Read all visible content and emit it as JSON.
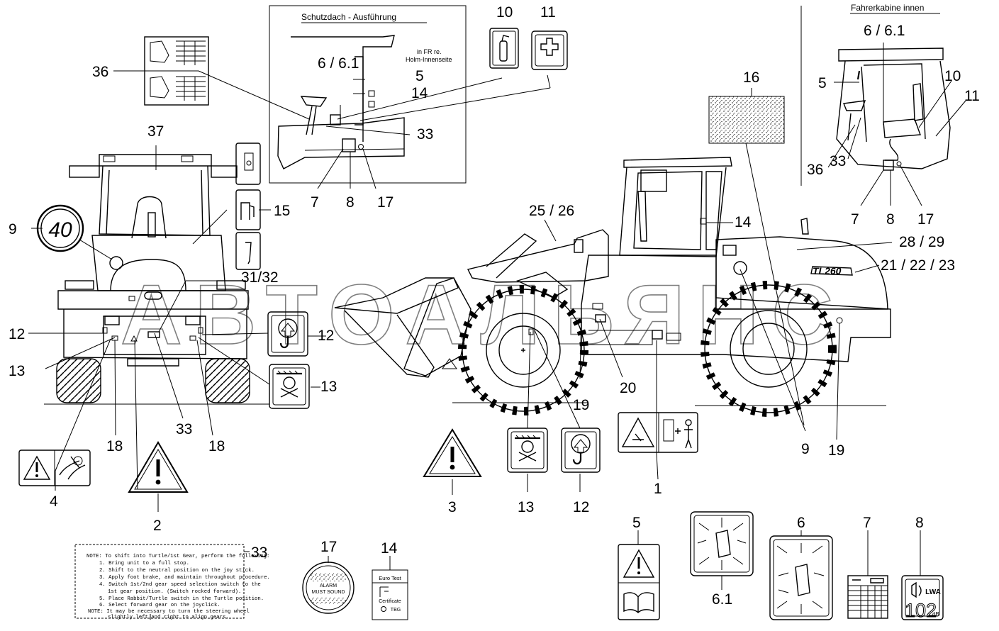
{
  "headings": {
    "canopy": "Schutzdach - Ausführung",
    "cab": "Fahrerkabine innen",
    "canopy_note_line1": "in FR re.",
    "canopy_note_line2": "Holm-Innenseite"
  },
  "machine_badge": "TL260",
  "speed_sign": "40",
  "watermark": "АВТОАЛЬЯНС",
  "label33": {
    "lines": [
      "NOTE: To shift into Turtle/1st Gear, perform the following:",
      "1. Bring unit to a full stop.",
      "2. Shift to the neutral position on the joy stick.",
      "3. Apply foot brake, and maintain throughout procedure.",
      "4. Switch 1st/2nd gear speed selection switch to the",
      "1st gear position. (Switch rocked forward).",
      "5. Place Rabbit/Turtle switch in the Turtle position.",
      "6. Select forward gear on the joyclick.",
      "NOTE: It may be necessary to turn the steering wheel",
      "slightly left and right to align gears."
    ]
  },
  "label17": {
    "lines": [
      "ALARM",
      "MUST SOUND"
    ]
  },
  "label14": {
    "top1": "Euro Test",
    "top2": "Certificate",
    "bottom": "TBG"
  },
  "label8": {
    "value": "102",
    "unit": "dB",
    "symbol": "LWA"
  },
  "callouts": [
    {
      "id": "c10",
      "text": "10"
    },
    {
      "id": "c11",
      "text": "11"
    },
    {
      "id": "c6a",
      "text": "6 / 6.1"
    },
    {
      "id": "c5a",
      "text": "5"
    },
    {
      "id": "c14a",
      "text": "14"
    },
    {
      "id": "c33a",
      "text": "33"
    },
    {
      "id": "c7a",
      "text": "7"
    },
    {
      "id": "c8a",
      "text": "8"
    },
    {
      "id": "c17a",
      "text": "17"
    },
    {
      "id": "c36a",
      "text": "36"
    },
    {
      "id": "c37",
      "text": "37"
    },
    {
      "id": "c15",
      "text": "15"
    },
    {
      "id": "c9a",
      "text": "9"
    },
    {
      "id": "c3132",
      "text": "31/32"
    },
    {
      "id": "c12a",
      "text": "12"
    },
    {
      "id": "c12b",
      "text": "12"
    },
    {
      "id": "c13a",
      "text": "13"
    },
    {
      "id": "c13b",
      "text": "13"
    },
    {
      "id": "c18a",
      "text": "18"
    },
    {
      "id": "c33b",
      "text": "33"
    },
    {
      "id": "c18b",
      "text": "18"
    },
    {
      "id": "c4",
      "text": "4"
    },
    {
      "id": "c2",
      "text": "2"
    },
    {
      "id": "c2526",
      "text": "25 / 26"
    },
    {
      "id": "c16",
      "text": "16"
    },
    {
      "id": "c14b",
      "text": "14"
    },
    {
      "id": "c2829",
      "text": "28 / 29"
    },
    {
      "id": "c212223",
      "text": "21 / 22 / 23"
    },
    {
      "id": "c19a",
      "text": "19"
    },
    {
      "id": "c20",
      "text": "20"
    },
    {
      "id": "c19b",
      "text": "19"
    },
    {
      "id": "c9b",
      "text": "9"
    },
    {
      "id": "c1",
      "text": "1"
    },
    {
      "id": "c3",
      "text": "3"
    },
    {
      "id": "c13c",
      "text": "13"
    },
    {
      "id": "c12c",
      "text": "12"
    },
    {
      "id": "c6b",
      "text": "6 / 6.1"
    },
    {
      "id": "c5b",
      "text": "5"
    },
    {
      "id": "c10b",
      "text": "10"
    },
    {
      "id": "c11b",
      "text": "11"
    },
    {
      "id": "c36b",
      "text": "36"
    },
    {
      "id": "c33c",
      "text": "33"
    },
    {
      "id": "c7b",
      "text": "7"
    },
    {
      "id": "c8b",
      "text": "8"
    },
    {
      "id": "c17b",
      "text": "17"
    },
    {
      "id": "c33d",
      "text": "33"
    },
    {
      "id": "c17c",
      "text": "17"
    },
    {
      "id": "c14c",
      "text": "14"
    },
    {
      "id": "c5c",
      "text": "5"
    },
    {
      "id": "c61",
      "text": "6.1"
    },
    {
      "id": "c6c",
      "text": "6"
    },
    {
      "id": "c7c",
      "text": "7"
    },
    {
      "id": "c8c",
      "text": "8"
    }
  ]
}
